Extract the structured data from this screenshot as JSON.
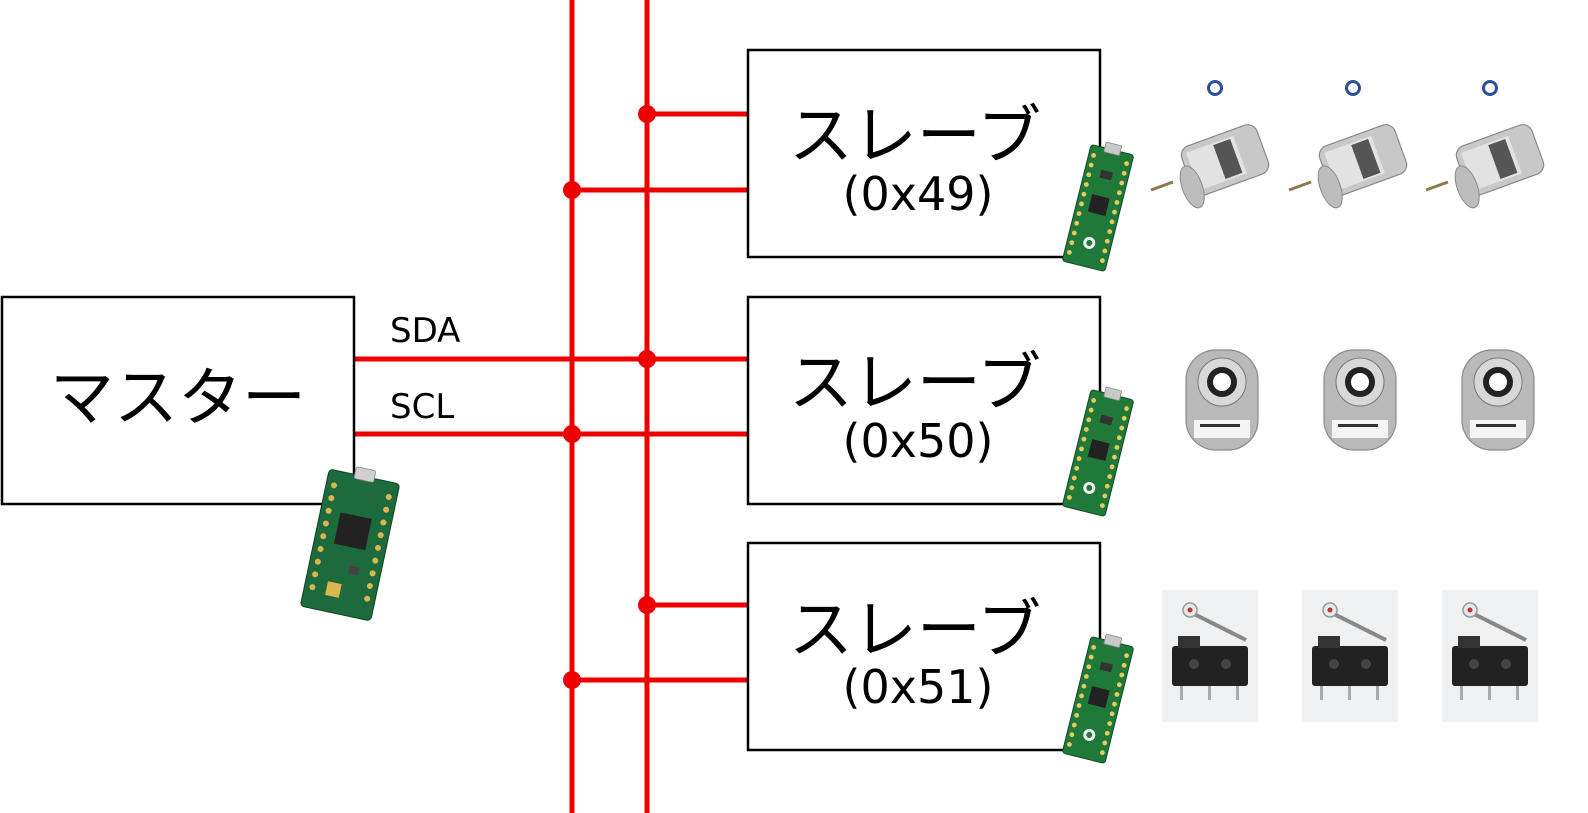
{
  "master": {
    "label": "マスター"
  },
  "bus": {
    "sda_label": "SDA",
    "scl_label": "SCL",
    "wire_color": "#ee0000"
  },
  "slaves": [
    {
      "label": "スレーブ",
      "address": "(0x49)",
      "peripheral_icon": "dc-motor-icon",
      "peripheral_count": 3
    },
    {
      "label": "スレーブ",
      "address": "(0x50)",
      "peripheral_icon": "rotary-encoder-icon",
      "peripheral_count": 3
    },
    {
      "label": "スレーブ",
      "address": "(0x51)",
      "peripheral_icon": "micro-switch-icon",
      "peripheral_count": 3
    }
  ],
  "boards": {
    "master_board_icon": "teensy-board-icon",
    "slave_board_icon": "raspberry-pi-pico-icon"
  }
}
